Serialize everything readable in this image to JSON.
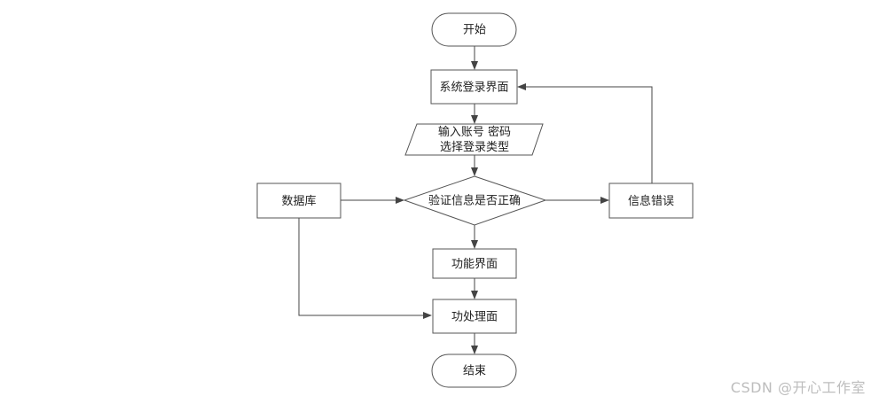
{
  "diagram": {
    "start": "开始",
    "login": "系统登录界面",
    "input_line1": "输入账号 密码",
    "input_line2": "选择登录类型",
    "decision": "验证信息是否正确",
    "database": "数据库",
    "error": "信息错误",
    "function_ui": "功能界面",
    "process": "功处理面",
    "end": "结束"
  },
  "watermark": "CSDN @开心工作室"
}
